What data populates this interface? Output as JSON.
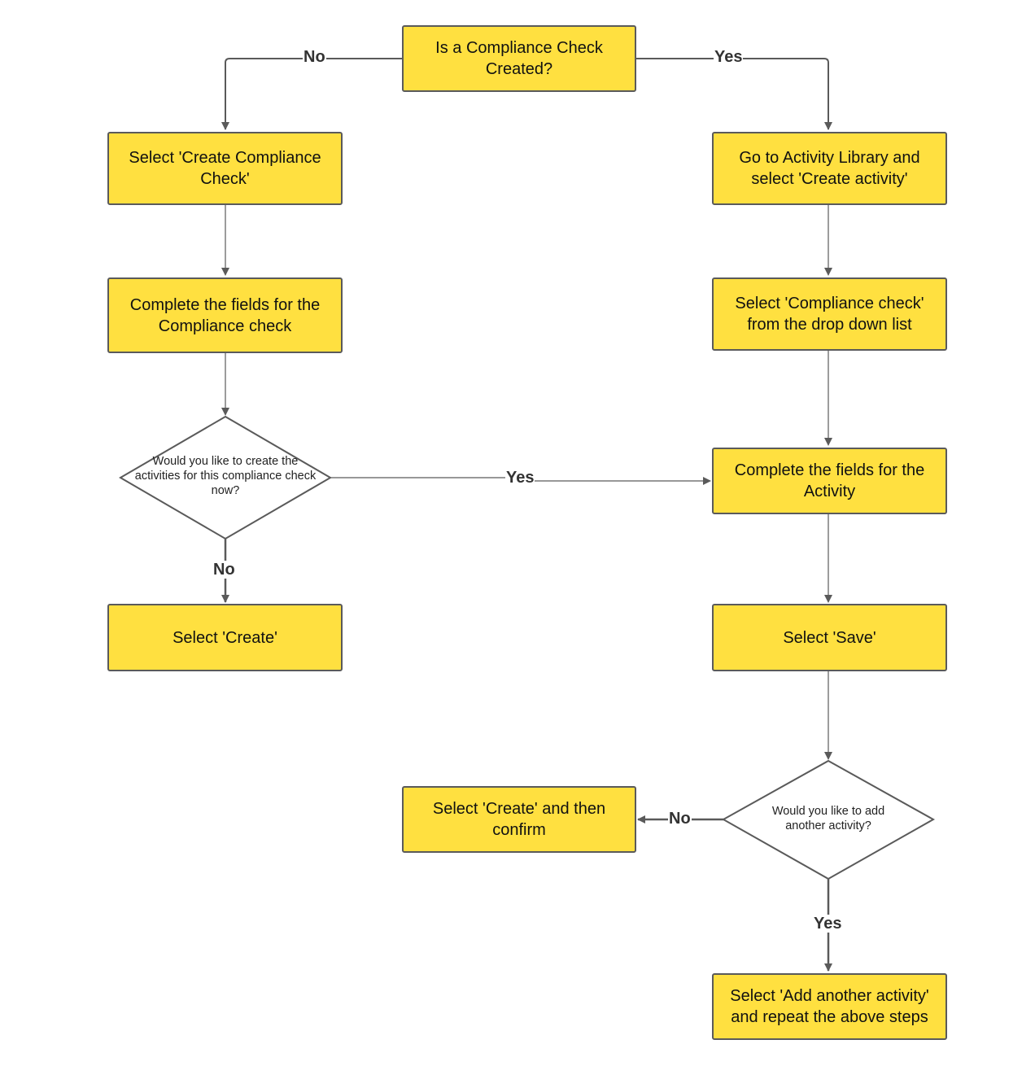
{
  "colors": {
    "box_fill": "#ffe040",
    "box_border": "#5a5a5a",
    "decision_fill": "#ffffff",
    "line": "#5a5a5a",
    "label_text": "#333333"
  },
  "nodes": {
    "start_decision": "Is a Compliance Check Created?",
    "create_check": "Select 'Create Compliance Check'",
    "complete_check_fields": "Complete the fields for the Compliance check",
    "create_activities_decision": "Would you like to create the activities for this compliance check now?",
    "select_create": "Select 'Create'",
    "goto_library": "Go to Activity Library and select 'Create activity'",
    "select_type": "Select 'Compliance check' from the drop down list",
    "complete_activity_fields": "Complete the fields for the Activity",
    "select_save": "Select 'Save'",
    "add_another_decision": "Would you like to add another activity?",
    "create_confirm": "Select 'Create' and then confirm",
    "add_another_repeat": "Select 'Add another activity' and repeat the above steps"
  },
  "edge_labels": {
    "start_no": "No",
    "start_yes": "Yes",
    "activities_yes": "Yes",
    "activities_no": "No",
    "another_no": "No",
    "another_yes": "Yes"
  }
}
